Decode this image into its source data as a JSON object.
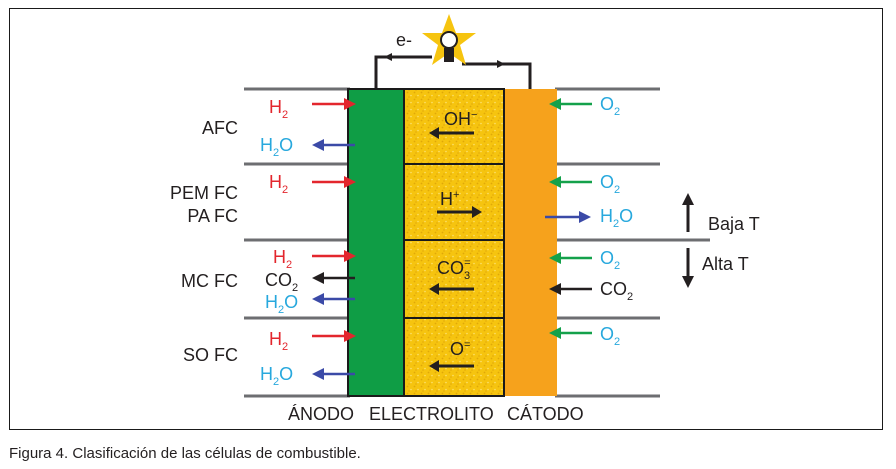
{
  "caption": "Figura 4. Clasificación de las células de combustible.",
  "circuit": {
    "electron_label": "e-"
  },
  "bottom_labels": {
    "anode": "ÁNODO",
    "electrolyte": "ELECTROLITO",
    "cathode": "CÁTODO"
  },
  "temperature": {
    "high": "Alta T",
    "low": "Baja T"
  },
  "colors": {
    "anode": "#0f9d45",
    "cathode": "#f6a21c",
    "electrolyte": "#f6c40f",
    "hydrogen": "#e3262d",
    "water": "#27a8dd",
    "oxygen": "#27a8dd",
    "arrow_red": "#e3262d",
    "arrow_blue": "#3b4aa7",
    "arrow_green": "#14a14b",
    "arrow_dark": "#231f20"
  },
  "rows": [
    {
      "type": "AFC",
      "ion": {
        "symbol": "OH",
        "charge": "−",
        "direction": "left"
      },
      "anode_side": [
        {
          "species": "H",
          "subscript": "2",
          "color_key": "hydrogen",
          "flow": "in"
        },
        {
          "species": "H",
          "subscript": "2",
          "suffix": "O",
          "color_key": "water",
          "flow": "out"
        }
      ],
      "cathode_side": [
        {
          "species": "O",
          "subscript": "2",
          "color_key": "oxygen",
          "flow": "in"
        }
      ]
    },
    {
      "type": "PEM FC",
      "type2": "PA FC",
      "ion": {
        "symbol": "H",
        "charge": "+",
        "direction": "right"
      },
      "anode_side": [
        {
          "species": "H",
          "subscript": "2",
          "color_key": "hydrogen",
          "flow": "in"
        }
      ],
      "cathode_side": [
        {
          "species": "O",
          "subscript": "2",
          "color_key": "oxygen",
          "flow": "in"
        },
        {
          "species": "H",
          "subscript": "2",
          "suffix": "O",
          "color_key": "water",
          "flow": "out"
        }
      ]
    },
    {
      "type": "MC FC",
      "ion": {
        "symbol": "CO",
        "subscript": "3",
        "charge": "=",
        "direction": "left"
      },
      "anode_side": [
        {
          "species": "H",
          "subscript": "2",
          "color_key": "hydrogen",
          "flow": "in"
        },
        {
          "species": "CO",
          "subscript": "2",
          "color_key": "black",
          "flow": "out"
        },
        {
          "species": "H",
          "subscript": "2",
          "suffix": "O",
          "color_key": "water",
          "flow": "out"
        }
      ],
      "cathode_side": [
        {
          "species": "O",
          "subscript": "2",
          "color_key": "oxygen",
          "flow": "in"
        },
        {
          "species": "CO",
          "subscript": "2",
          "color_key": "black",
          "flow": "in"
        }
      ]
    },
    {
      "type": "SO FC",
      "ion": {
        "symbol": "O",
        "charge": "=",
        "direction": "left"
      },
      "anode_side": [
        {
          "species": "H",
          "subscript": "2",
          "color_key": "hydrogen",
          "flow": "in"
        },
        {
          "species": "H",
          "subscript": "2",
          "suffix": "O",
          "color_key": "water",
          "flow": "out"
        }
      ],
      "cathode_side": [
        {
          "species": "O",
          "subscript": "2",
          "color_key": "oxygen",
          "flow": "in"
        }
      ]
    }
  ]
}
